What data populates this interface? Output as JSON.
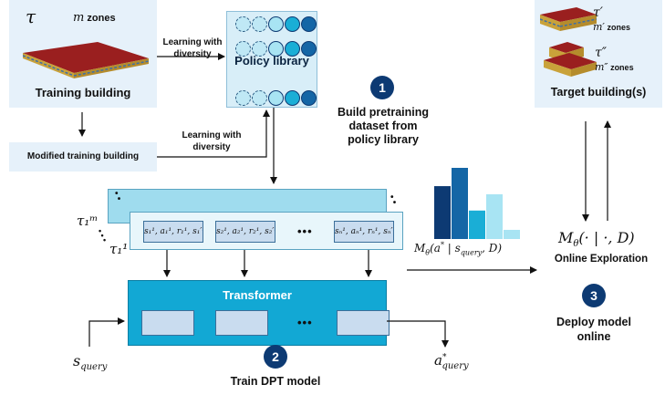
{
  "training": {
    "tau": "τ",
    "m_symbol": "m",
    "zones_label": "zones",
    "title": "Training building"
  },
  "modified": {
    "label": "Modified training building"
  },
  "learning_top": {
    "line1": "Learning with",
    "line2": "diversity"
  },
  "learning_mid": {
    "line1": "Learning with",
    "line2": "diversity"
  },
  "policy_library": {
    "label": "Policy library"
  },
  "step1": {
    "number": "1",
    "line1": "Build pretraining",
    "line2": "dataset from",
    "line3": "policy library"
  },
  "target": {
    "tau1": "τ′",
    "m1": "m′",
    "zones1": "zones",
    "tau2": "τ″",
    "m2": "m″",
    "zones2": "zones",
    "title": "Target building(s)"
  },
  "dataset": {
    "tau_m": "τ₁ᵐ",
    "tau_1": "τ₁¹",
    "dots": "•••",
    "cells": [
      "s₁¹, a₁¹, r₁¹, s₁′¹",
      "s₂¹, a₂¹, r₂¹, s₂′¹",
      "sₙ¹, aₙ¹, rₙ¹, sₙ′¹"
    ]
  },
  "transformer": {
    "label": "Transformer",
    "dots": "•••"
  },
  "step2": {
    "number": "2",
    "label": "Train DPT model"
  },
  "s_query": "s_query",
  "a_query": "a*_query",
  "model_left": "Mθ(a* | s_query, D)",
  "model_right": "Mθ(· | ·, D)",
  "online_exploration": "Online Exploration",
  "step3": {
    "number": "3",
    "line1": "Deploy model",
    "line2": "online"
  },
  "bar_values": [
    0.52,
    0.7,
    0.28,
    0.44,
    0.09
  ],
  "colors": {
    "dark_blue": "#0d3a73",
    "mid_blue": "#1466a6",
    "cyan": "#1aaed6",
    "light_cyan": "#a8e4f3",
    "panel": "#e6f1fa",
    "transformer": "#12a8d4"
  }
}
